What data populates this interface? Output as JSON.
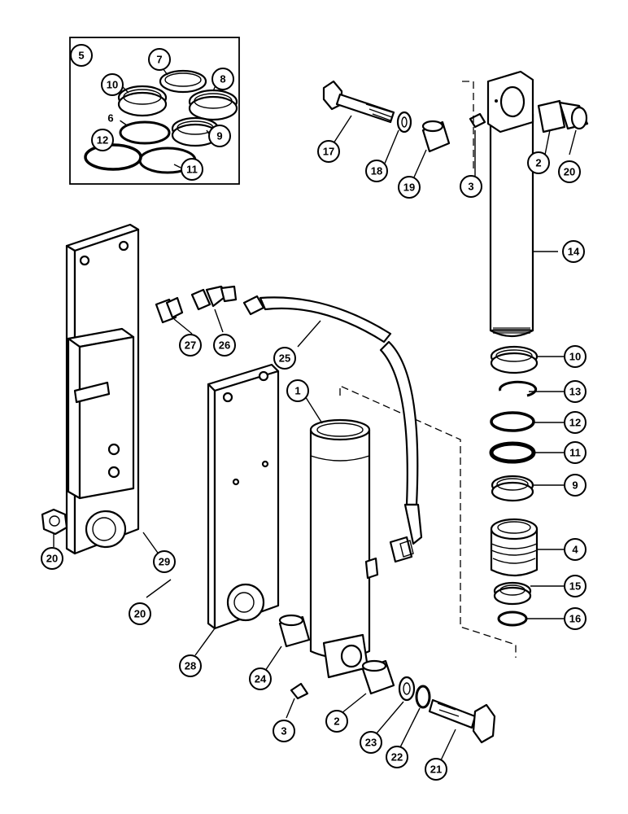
{
  "callouts": [
    {
      "id": "c5",
      "label": "5"
    },
    {
      "id": "c7",
      "label": "7"
    },
    {
      "id": "c10a",
      "label": "10"
    },
    {
      "id": "c8",
      "label": "8"
    },
    {
      "id": "c6",
      "label": "6"
    },
    {
      "id": "c9a",
      "label": "9"
    },
    {
      "id": "c12a",
      "label": "12"
    },
    {
      "id": "c11a",
      "label": "11"
    },
    {
      "id": "c17",
      "label": "17"
    },
    {
      "id": "c18",
      "label": "18"
    },
    {
      "id": "c19",
      "label": "19"
    },
    {
      "id": "c3a",
      "label": "3"
    },
    {
      "id": "c2a",
      "label": "2"
    },
    {
      "id": "c20a",
      "label": "20"
    },
    {
      "id": "c14",
      "label": "14"
    },
    {
      "id": "c27",
      "label": "27"
    },
    {
      "id": "c26",
      "label": "26"
    },
    {
      "id": "c25",
      "label": "25"
    },
    {
      "id": "c1",
      "label": "1"
    },
    {
      "id": "c10b",
      "label": "10"
    },
    {
      "id": "c13",
      "label": "13"
    },
    {
      "id": "c12b",
      "label": "12"
    },
    {
      "id": "c11b",
      "label": "11"
    },
    {
      "id": "c9b",
      "label": "9"
    },
    {
      "id": "c4",
      "label": "4"
    },
    {
      "id": "c15",
      "label": "15"
    },
    {
      "id": "c16",
      "label": "16"
    },
    {
      "id": "c20b",
      "label": "20"
    },
    {
      "id": "c29",
      "label": "29"
    },
    {
      "id": "c20c",
      "label": "20"
    },
    {
      "id": "c28",
      "label": "28"
    },
    {
      "id": "c24",
      "label": "24"
    },
    {
      "id": "c3b",
      "label": "3"
    },
    {
      "id": "c2b",
      "label": "2"
    },
    {
      "id": "c23",
      "label": "23"
    },
    {
      "id": "c22",
      "label": "22"
    },
    {
      "id": "c21",
      "label": "21"
    }
  ]
}
